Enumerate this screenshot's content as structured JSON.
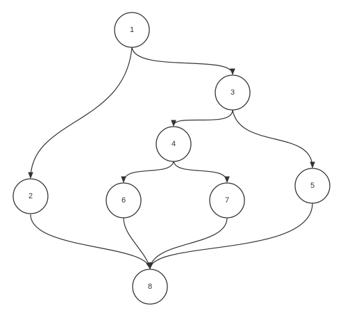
{
  "diagram": {
    "nodes": [
      {
        "id": "n1",
        "label": "1"
      },
      {
        "id": "n2",
        "label": "2"
      },
      {
        "id": "n3",
        "label": "3"
      },
      {
        "id": "n4",
        "label": "4"
      },
      {
        "id": "n5",
        "label": "5"
      },
      {
        "id": "n6",
        "label": "6"
      },
      {
        "id": "n7",
        "label": "7"
      },
      {
        "id": "n8",
        "label": "8"
      }
    ],
    "edges": [
      {
        "from": "n1",
        "to": "n2"
      },
      {
        "from": "n1",
        "to": "n3"
      },
      {
        "from": "n3",
        "to": "n4"
      },
      {
        "from": "n3",
        "to": "n5"
      },
      {
        "from": "n4",
        "to": "n6"
      },
      {
        "from": "n4",
        "to": "n7"
      },
      {
        "from": "n2",
        "to": "n8"
      },
      {
        "from": "n6",
        "to": "n8"
      },
      {
        "from": "n7",
        "to": "n8"
      },
      {
        "from": "n5",
        "to": "n8"
      }
    ],
    "colors": {
      "stroke": "#333333",
      "fill": "#ffffff",
      "text": "#333333"
    }
  }
}
